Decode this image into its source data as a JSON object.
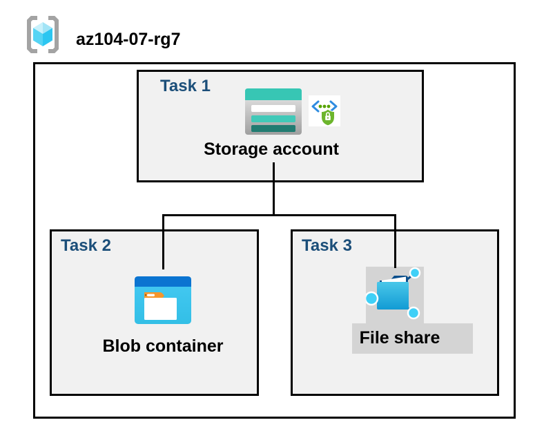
{
  "resource_group": {
    "name": "az104-07-rg7"
  },
  "tasks": [
    {
      "label": "Task 1",
      "resource": "Storage account"
    },
    {
      "label": "Task 2",
      "resource": "Blob container"
    },
    {
      "label": "Task 3",
      "resource": "File share"
    }
  ],
  "connections": [
    {
      "from": "Storage account",
      "to": "Blob container"
    },
    {
      "from": "Storage account",
      "to": "File share"
    }
  ],
  "icons": {
    "header": "resource-group-icon",
    "task1": [
      "storage-account-icon",
      "endpoint-security-icon"
    ],
    "task2": [
      "blob-container-icon"
    ],
    "task3": [
      "file-share-icon"
    ]
  },
  "colors": {
    "task_label": "#1b4e79",
    "task_fill": "#f1f1f1",
    "box_border": "#000000",
    "file_share_highlight": "#d4d4d4",
    "storage_teal": "#37c6b4",
    "storage_teal_dark": "#217c72",
    "blob_top_blue": "#0b74d1",
    "blob_body_cyan": "#3cc6f0",
    "folder_tab_orange": "#f5962c",
    "file_share_navy": "#0b4f8c",
    "node_cyan": "#3fd0f7",
    "shield_green": "#6cb52c",
    "bracket_blue": "#2f8ce0",
    "cube_cyan": "#2cc6f1"
  }
}
